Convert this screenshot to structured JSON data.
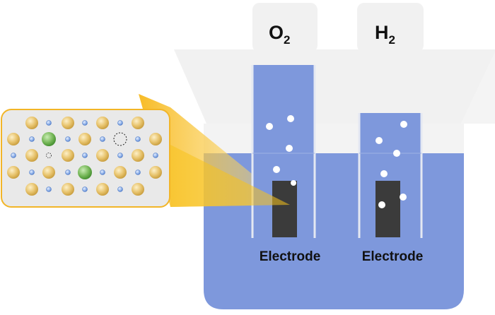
{
  "gases": [
    {
      "symbol": "O",
      "subscript": "2"
    },
    {
      "symbol": "H",
      "subscript": "2"
    }
  ],
  "electrodes": [
    {
      "label": "Electrode"
    },
    {
      "label": "Electrode"
    }
  ],
  "colors": {
    "liquid": "#7e98dc",
    "tube_fill": "#7e98dc",
    "beaker_gray": "#f1f1f1",
    "beaker_edge": "#d9d9d9",
    "electrode": "#3b3b3b",
    "bubble": "#ffffff",
    "zoom_box_bg": "#e9e9e9",
    "zoom_box_border": "#f2b527",
    "atom_large": "#e7c26a",
    "atom_small": "#7fa6e0",
    "atom_dopant": "#6aa84f",
    "vacancy": "#222222",
    "highlight": "#f7c21b"
  },
  "lattice_legend": {
    "large_atom": "gold-sphere",
    "small_atom": "blue-sphere",
    "dopant_atom": "green-sphere",
    "vacancy": "dashed-circle"
  }
}
